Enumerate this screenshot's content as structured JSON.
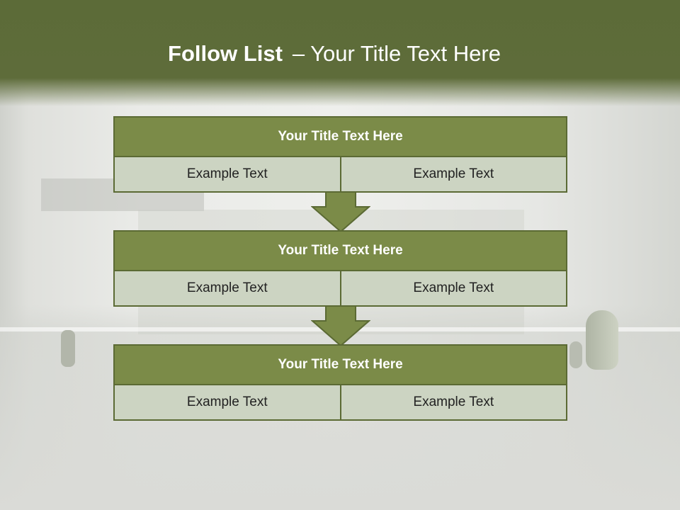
{
  "slide": {
    "title_strong": "Follow List",
    "title_sep": "–",
    "title_rest": "Your Title Text Here"
  },
  "blocks": [
    {
      "title": "Your Title Text Here",
      "cells": [
        "Example Text",
        "Example Text"
      ]
    },
    {
      "title": "Your Title Text Here",
      "cells": [
        "Example Text",
        "Example Text"
      ]
    },
    {
      "title": "Your Title Text Here",
      "cells": [
        "Example Text",
        "Example Text"
      ]
    }
  ],
  "colors": {
    "header_band": "#5e6c3a",
    "block_head": "#7b8b48",
    "block_cell": "#ccd4c2",
    "border": "#5b6a34",
    "arrow": "#7b8b48"
  }
}
